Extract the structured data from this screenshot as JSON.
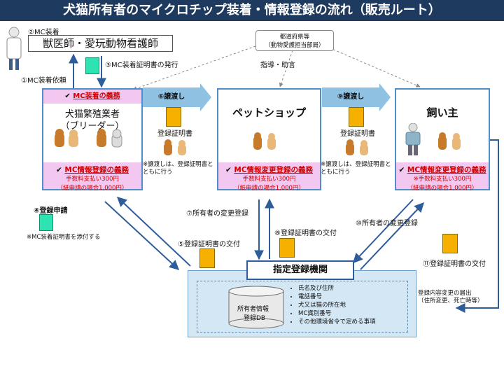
{
  "title": "犬猫所有者のマイクロチップ装着・情報登録の流れ（販売ルート）",
  "vet": {
    "step2": "②MC装着",
    "name": "獣医師・愛玩動物看護師",
    "step3": "③MC装着証明書の発行",
    "step1": "①MC装着依頼"
  },
  "prefecture": {
    "line1": "都道府県等",
    "line2": "（動物愛護担当部局）",
    "guidance": "指導・助言"
  },
  "breeder": {
    "duty_top_check": "✔",
    "duty_top": "MC装着の義務",
    "name_line1": "犬猫繁殖業者",
    "name_line2": "（ブリーダー）",
    "duty_bottom": "MC情報登録の義務",
    "fee": "手数料支払い300円",
    "fee_paper": "（紙申請の場合1,000円）"
  },
  "transfer6": "⑥譲渡し",
  "transfer9": "⑨譲渡し",
  "cert_label_a": "登録証明書",
  "cert_label_b": "登録証明書",
  "note_transfer_a": "※譲渡しは、登録証明書とともに行う",
  "note_transfer_b": "※譲渡しは、登録証明書とともに行う",
  "petshop": {
    "name": "ペットショップ",
    "duty_bottom": "MC情報変更登録の義務",
    "fee": "手数料支払い300円",
    "fee_paper": "（紙申請の場合1,000円）"
  },
  "owner": {
    "name": "飼い主",
    "duty_bottom": "MC情報変更登録の義務",
    "fee": "※手数料支払い300円",
    "fee_paper": "（紙申請の場合1,000円）"
  },
  "step4": "④登録申請",
  "step4_note": "※MC装着証明書を添付する",
  "step5": "⑤登録証明書の交付",
  "step7": "⑦所有者の変更登録",
  "step8": "⑧登録証明書の交付",
  "step10": "⑩所有者の変更登録",
  "step11": "⑪登録証明書の交付",
  "change_notice_1": "登録内容変更の届出",
  "change_notice_2": "（住所変更、死亡時等）",
  "registry": {
    "name": "指定登録機関",
    "db_line1": "所有者情報",
    "db_line2": "登録DB",
    "items": [
      "氏名及び住所",
      "電話番号",
      "犬又は猫の所在地",
      "MC識別番号",
      "その他環境省令で定める事項"
    ]
  }
}
